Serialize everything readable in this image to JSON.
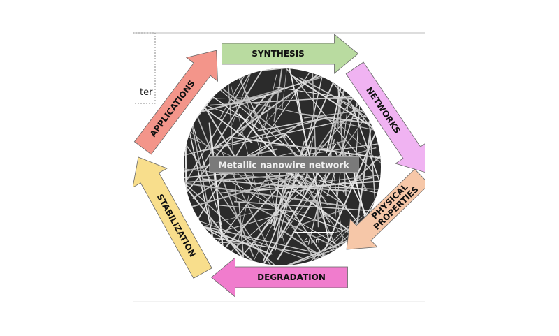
{
  "figure": {
    "partial_text": "ter",
    "center_label": "Metallic nanowire network",
    "scale_bar": "4 µm",
    "arrows": [
      {
        "label": "SYNTHESIS",
        "color": "#b9dba0"
      },
      {
        "label": "NETWORKS",
        "color": "#f0b3f2"
      },
      {
        "label_line1": "PHYSICAL",
        "label_line2": "PROPERTIES",
        "color": "#f6c7a8"
      },
      {
        "label": "DEGRADATION",
        "color": "#f07ccd"
      },
      {
        "label": "STABILIZATION",
        "color": "#f8de8c"
      },
      {
        "label": "APPLICATIONS",
        "color": "#f3958a"
      }
    ]
  }
}
